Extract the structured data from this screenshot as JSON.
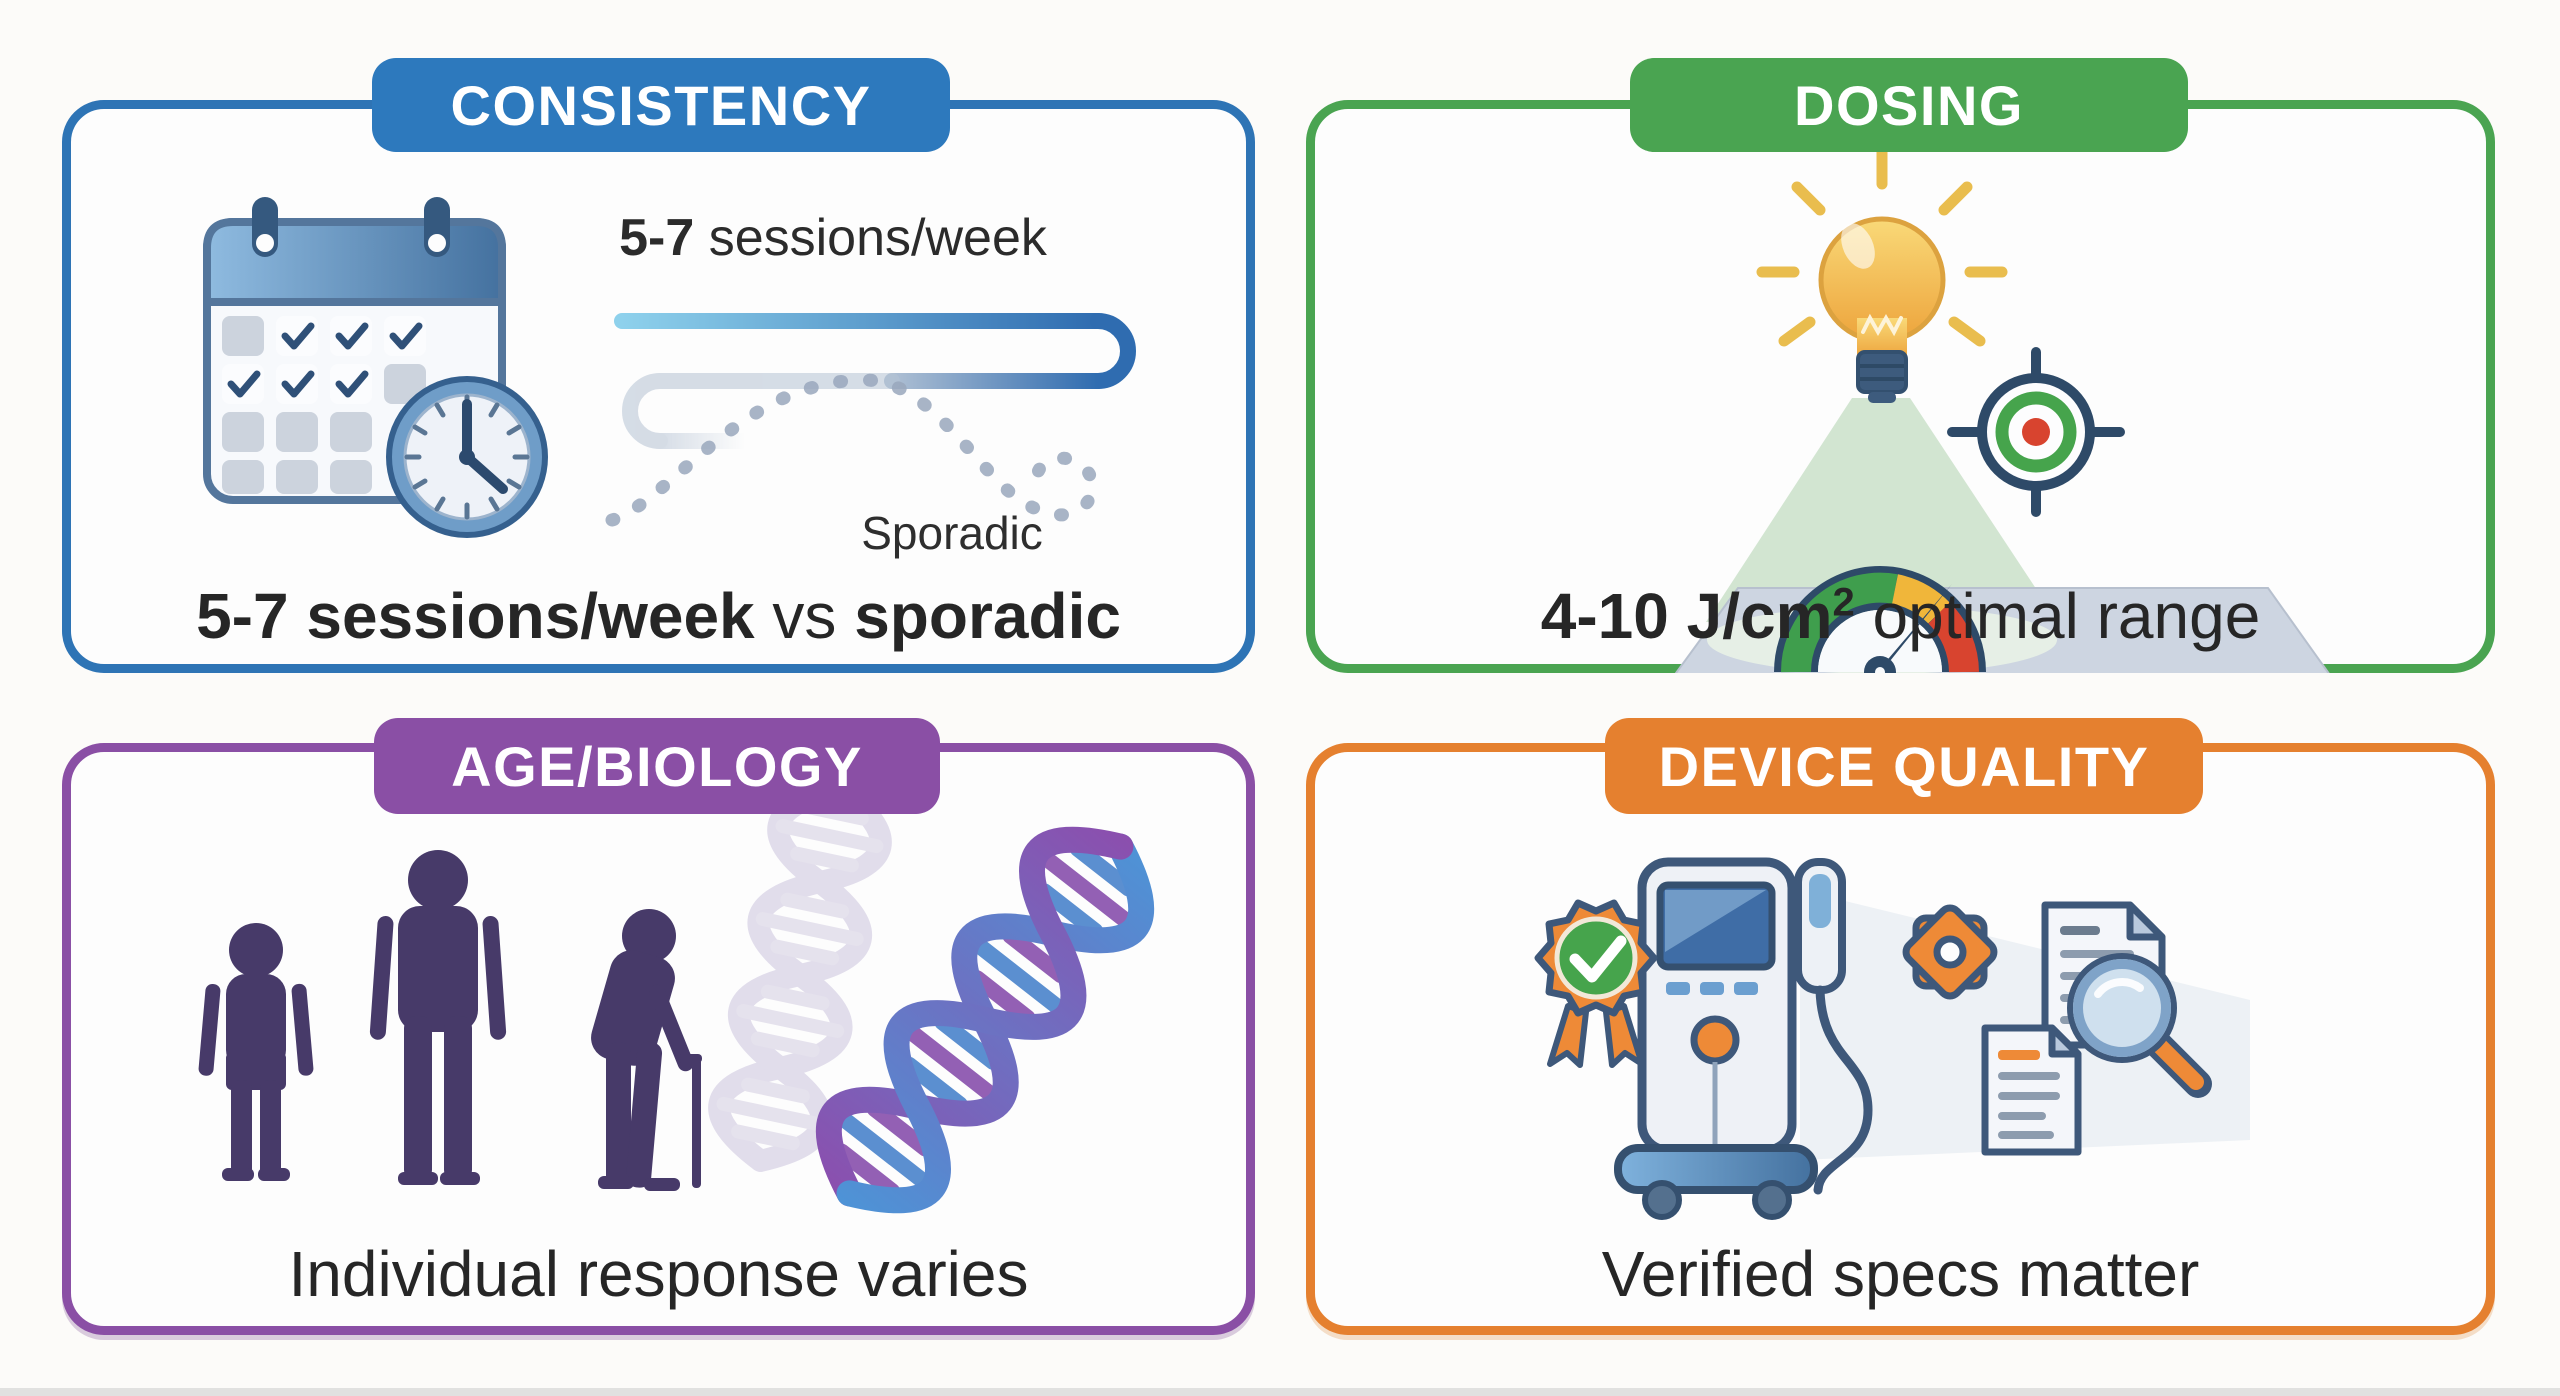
{
  "page": {
    "background": "#fcfbf9",
    "type_label": "four-quadrant infographic"
  },
  "colors": {
    "blue_border": "#2e74b5",
    "blue_tab": "#2d79bd",
    "green": "#4aa451",
    "purple": "#8a4fa5",
    "orange": "#e5802f",
    "header_text": "#ffffff",
    "caption_text": "#262626",
    "gauge_green": "#3f9e4d",
    "gauge_yellow": "#f0b63a",
    "gauge_red": "#d8442f",
    "silhouette_purple": "#473a69",
    "dna_blue": "#4e93d6",
    "dna_purple": "#8b4fae",
    "navy_outline": "#3e587a"
  },
  "panels": {
    "consistency": {
      "title": "CONSISTENCY",
      "label_top_bold": "5-7",
      "label_top_rest": " sessions/week",
      "sporadic_label": "Sporadic",
      "caption_bold1": "5-7 sessions/week",
      "caption_mid": " vs ",
      "caption_bold2": "sporadic",
      "icons": [
        "calendar-check-icon",
        "clock-icon",
        "steady-line",
        "sporadic-dashed-line"
      ]
    },
    "dosing": {
      "title": "DOSING",
      "caption_bold": "4-10 J/cm",
      "caption_sup": "2",
      "caption_rest": " optimal range",
      "icons": [
        "lightbulb-icon",
        "light-cone",
        "dose-gauge-icon",
        "target-icon",
        "surface-platform"
      ]
    },
    "age_biology": {
      "title": "AGE/BIOLOGY",
      "caption": "Individual response varies",
      "icons": [
        "child-silhouette",
        "adult-silhouette",
        "elderly-silhouette",
        "cane",
        "dna-helix-icon",
        "faint-dna-helix-icon"
      ]
    },
    "device_quality": {
      "title": "DEVICE QUALITY",
      "caption": "Verified specs matter",
      "icons": [
        "certified-badge-icon",
        "check-icon",
        "therapy-device-icon",
        "probe-icon",
        "gear-icon",
        "document-icon",
        "magnifier-icon"
      ]
    }
  }
}
